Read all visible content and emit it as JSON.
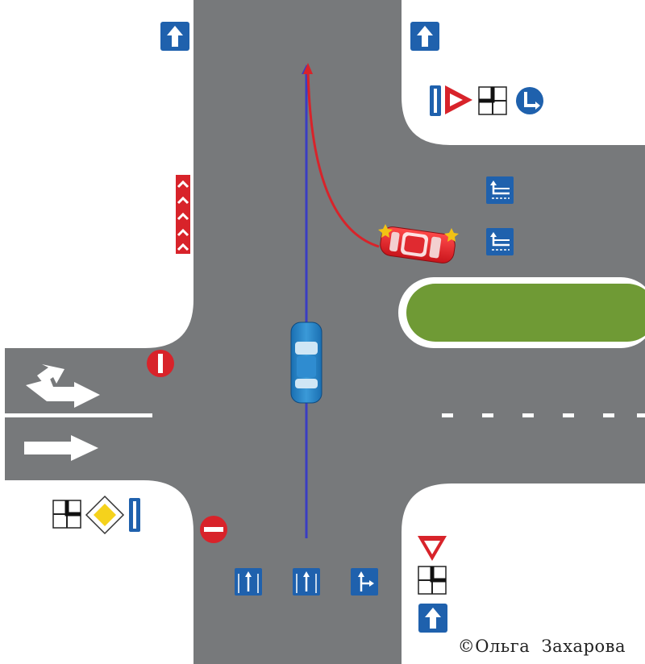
{
  "copyright": "©Ольга  Захарова",
  "colors": {
    "asphalt": "#77797b",
    "curb": "#ffffff",
    "grass": "#6f9a35",
    "sign_blue": "#1f61ad",
    "sign_red": "#d8232a",
    "priority_yellow": "#f5d21c",
    "car_red": "#e8242a",
    "car_blue": "#1e79bf",
    "path_red": "#d8232a",
    "path_blue": "#3a3dc2"
  },
  "signs": [
    {
      "id": "one-way-north-top-left",
      "icon": "one-way-up-sign"
    },
    {
      "id": "one-way-north-top-right",
      "icon": "one-way-up-sign"
    },
    {
      "id": "lane-end-top-right",
      "icon": "lane-narrow-sign"
    },
    {
      "id": "yield-left-top-right",
      "icon": "yield-sign"
    },
    {
      "id": "intersection-plate-top-right",
      "icon": "intersection-shape-plate"
    },
    {
      "id": "turn-left-top-right",
      "icon": "left-turn-mandatory-sign"
    },
    {
      "id": "chevron-top-left",
      "icon": "chevron-turn-sign"
    },
    {
      "id": "lane-left-turn-1",
      "icon": "lane-direction-sign"
    },
    {
      "id": "lane-left-turn-2",
      "icon": "lane-direction-sign"
    },
    {
      "id": "no-stopping-left",
      "icon": "no-stopping-sign"
    },
    {
      "id": "intersection-plate-bottom-left",
      "icon": "intersection-shape-plate"
    },
    {
      "id": "priority-road-bottom-left",
      "icon": "priority-road-sign"
    },
    {
      "id": "lane-end-bottom-left",
      "icon": "lane-narrow-sign"
    },
    {
      "id": "no-entry-bottom",
      "icon": "no-entry-sign"
    },
    {
      "id": "lane-straight-1",
      "icon": "lane-direction-sign"
    },
    {
      "id": "lane-straight-2",
      "icon": "lane-direction-sign"
    },
    {
      "id": "lane-straight-right",
      "icon": "lane-direction-sign"
    },
    {
      "id": "yield-bottom-right",
      "icon": "yield-sign"
    },
    {
      "id": "intersection-plate-bottom-right",
      "icon": "intersection-shape-plate"
    },
    {
      "id": "one-way-north-bottom-right",
      "icon": "one-way-up-sign"
    }
  ]
}
